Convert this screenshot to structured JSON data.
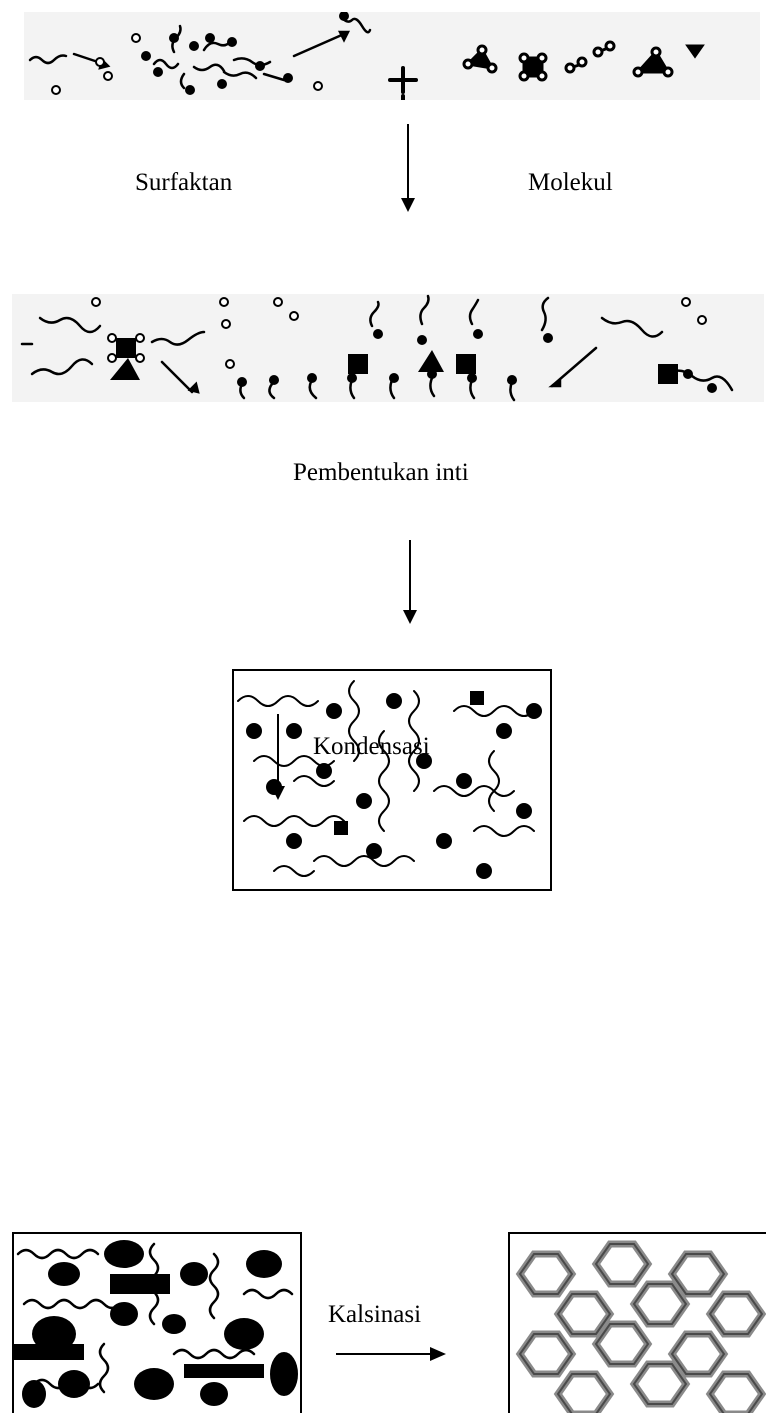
{
  "labels": {
    "surfactant": "Surfaktan",
    "molecule": "Molekul",
    "nucleation": "Pembentukan inti",
    "condensation": "Kondensasi",
    "calcination": "Kalsinasi"
  },
  "stages": [
    {
      "name": "surfactant-and-molecules"
    },
    {
      "name": "nucleation-assembly"
    },
    {
      "name": "condensed-composite"
    },
    {
      "name": "condensed-composite-dense"
    },
    {
      "name": "calcined-framework"
    }
  ],
  "colors": {
    "ink": "#000000",
    "background": "#ffffff",
    "strip": "#f3f3f3",
    "framework": "#8a8a8a"
  }
}
